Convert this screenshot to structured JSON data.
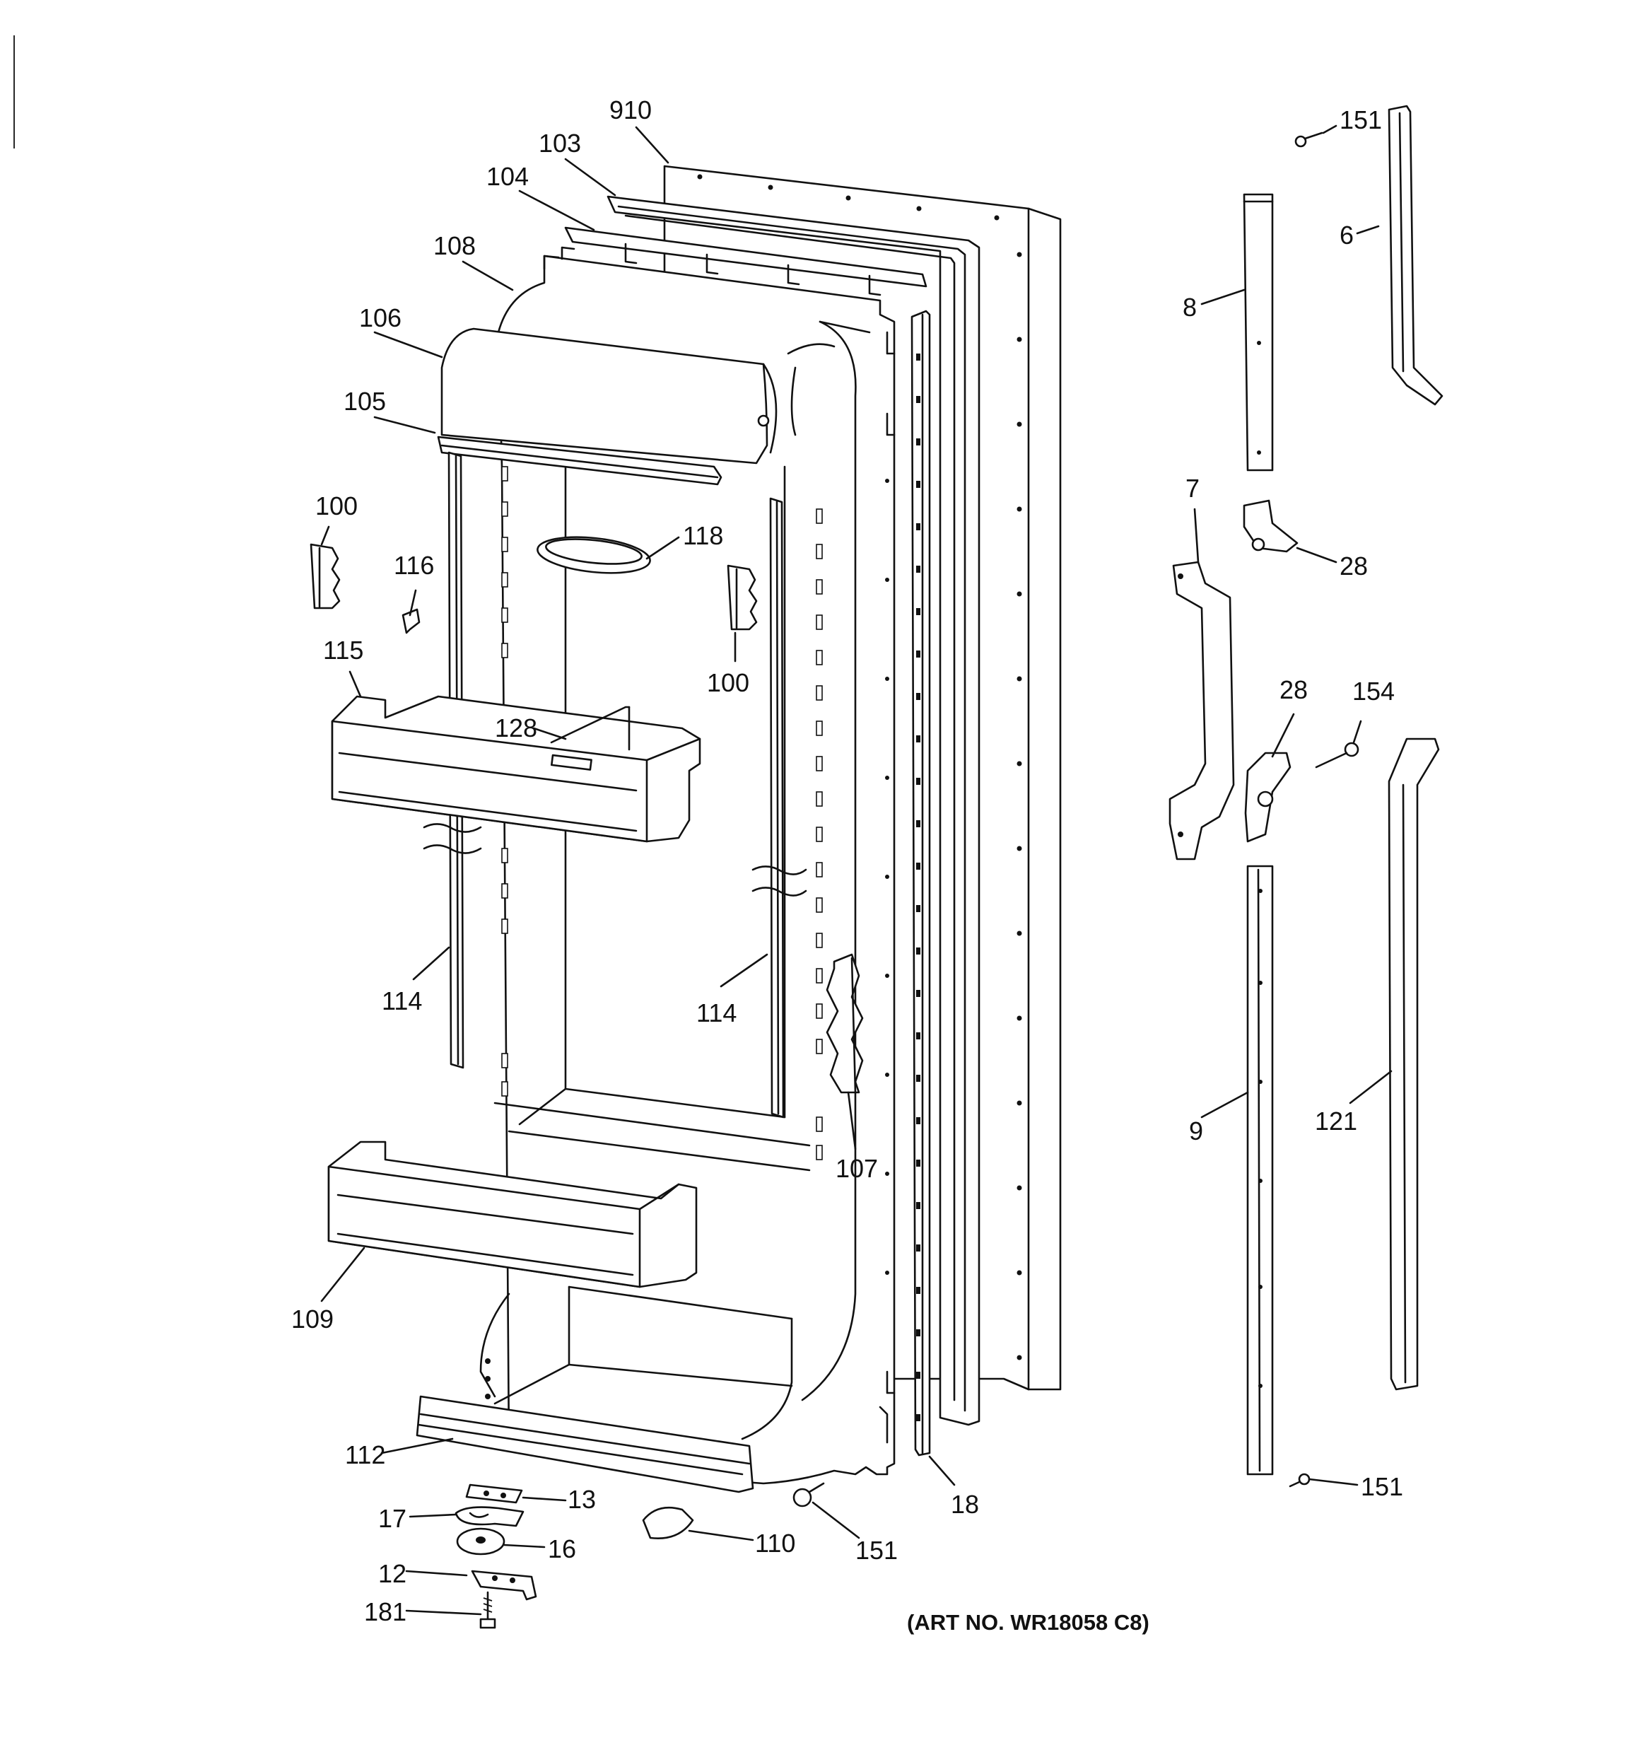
{
  "diagram": {
    "labels": [
      "910",
      "103",
      "104",
      "108",
      "106",
      "105",
      "100",
      "116",
      "115",
      "128",
      "118",
      "100",
      "114",
      "114",
      "107",
      "109",
      "112",
      "13",
      "17",
      "16",
      "12",
      "181",
      "110",
      "151",
      "18",
      "151",
      "6",
      "8",
      "7",
      "28",
      "28",
      "154",
      "9",
      "121",
      "151"
    ],
    "art_number": "(ART NO. WR18058 C8)"
  }
}
